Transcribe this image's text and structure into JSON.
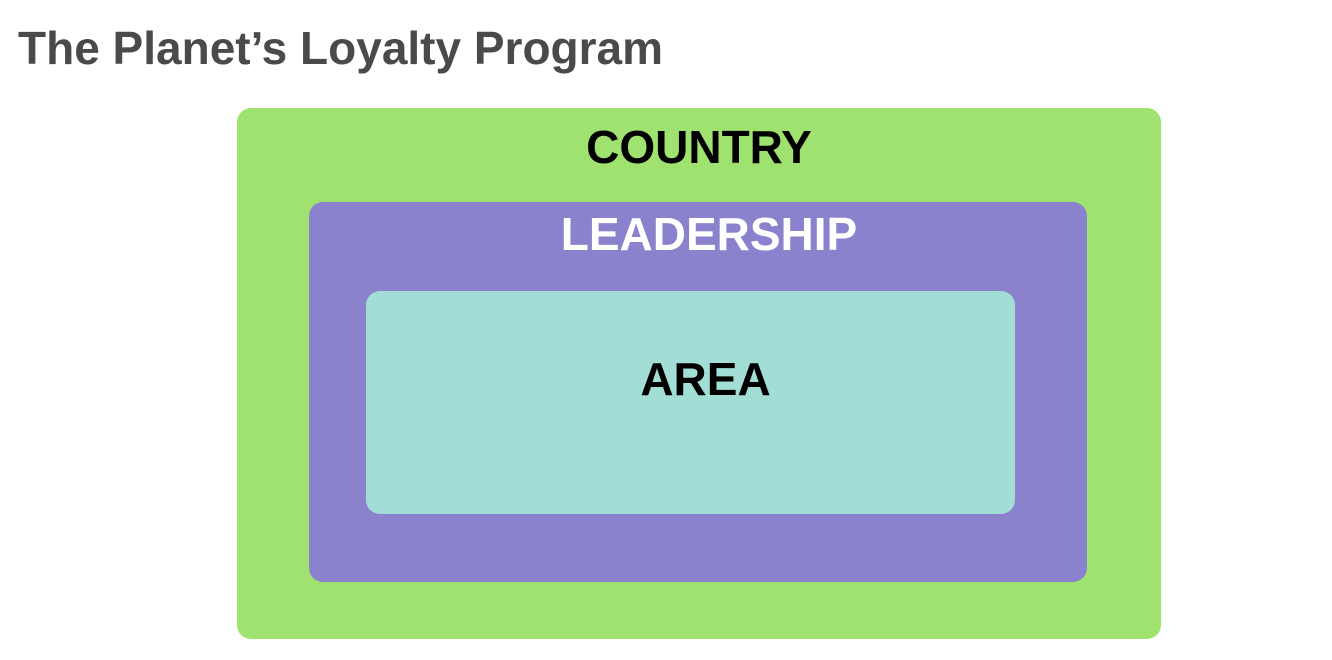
{
  "title": "The Planet’s Loyalty Program",
  "diagram": {
    "country": {
      "label": "COUNTRY",
      "fill": "#a0e26f",
      "text_color": "#000000"
    },
    "leadership": {
      "label": "LEADERSHIP",
      "fill": "#8a82cc",
      "text_color": "#ffffff"
    },
    "area": {
      "label": "AREA",
      "fill": "#a2ddd6",
      "text_color": "#000000"
    }
  }
}
